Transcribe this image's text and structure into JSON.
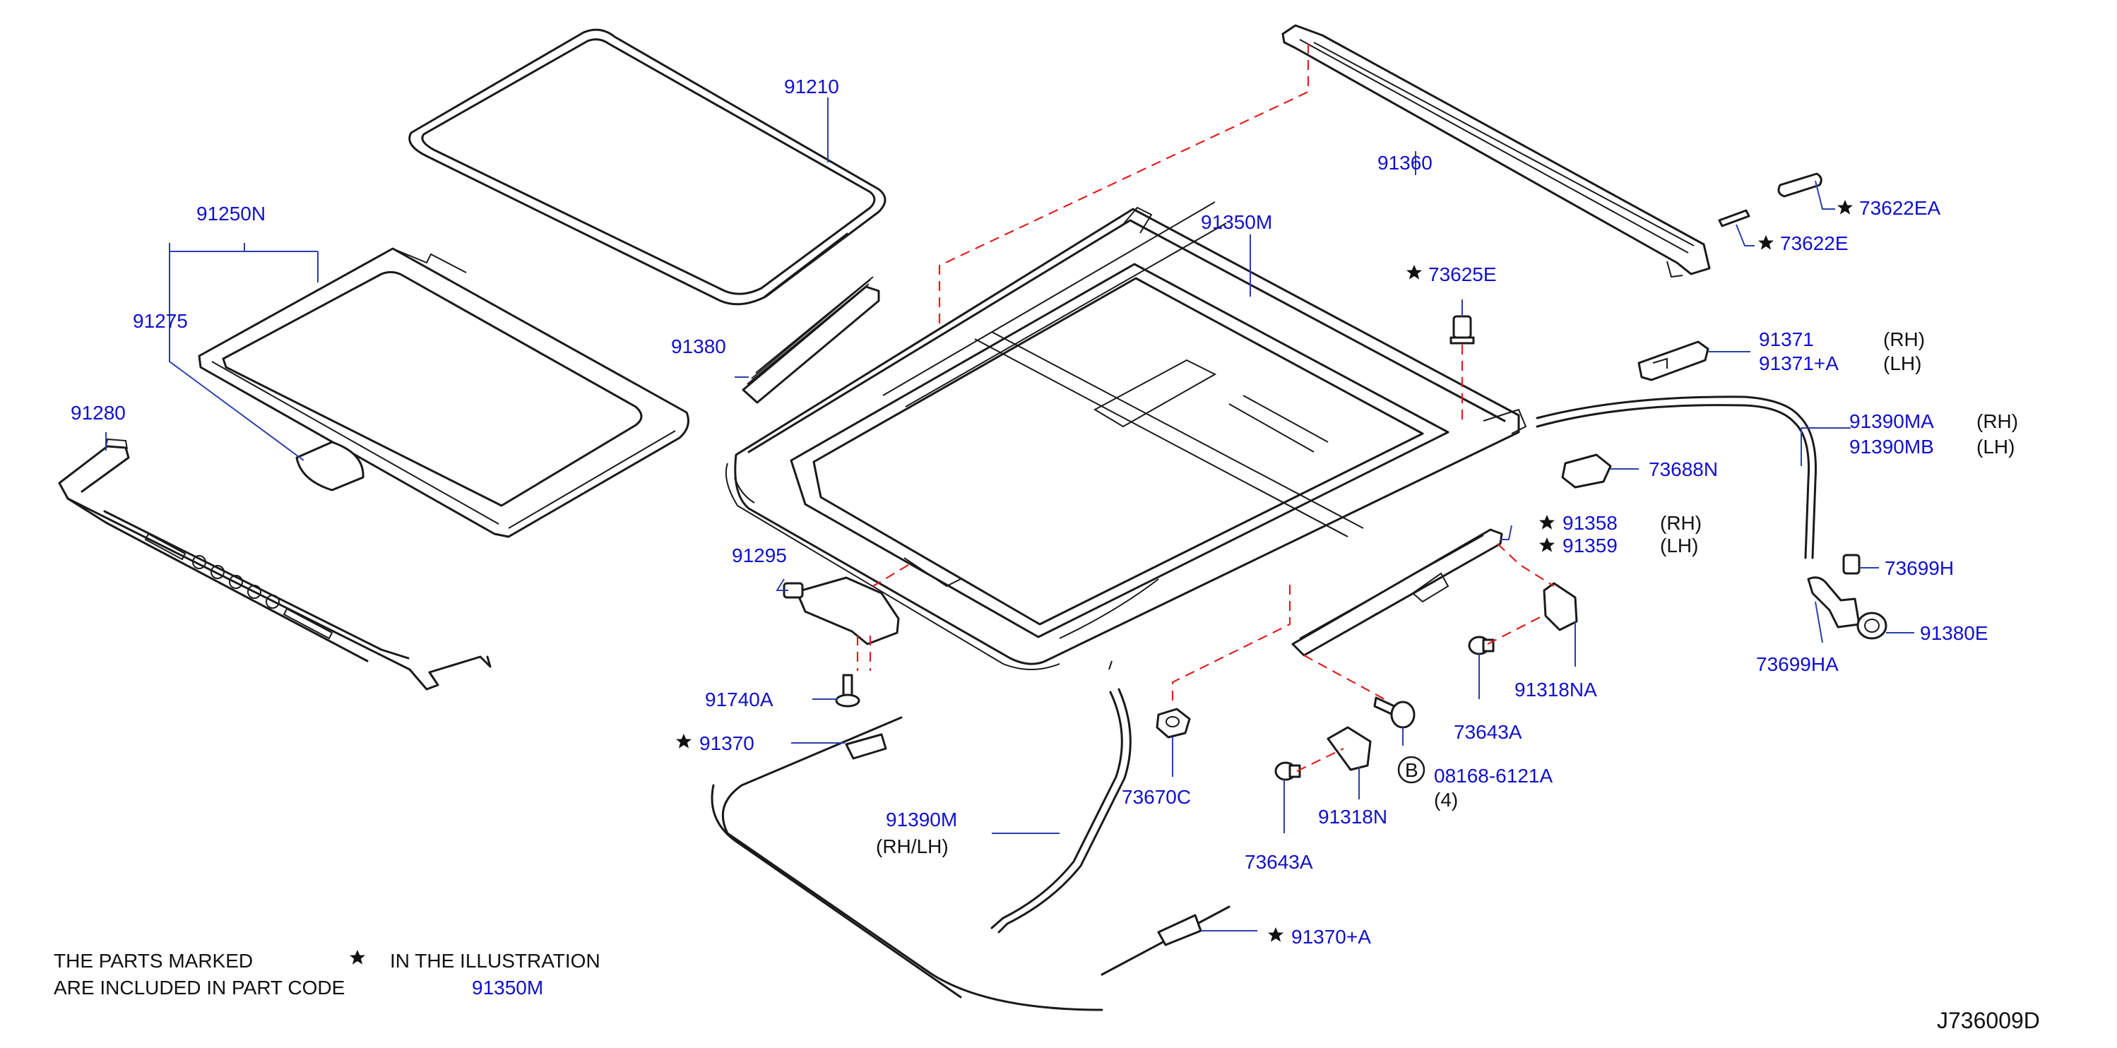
{
  "diagram_id": "J736009D",
  "colors": {
    "label": "#1010cc",
    "dashed_guide": "#e02020",
    "line_art": "#1a1a1a",
    "leader": "#2b3fa8"
  },
  "parts": {
    "p91210": "91210",
    "p91250N": "91250N",
    "p91275": "91275",
    "p91280": "91280",
    "p91380": "91380",
    "p91350M": "91350M",
    "p91360": "91360",
    "p73622EA": "73622EA",
    "p73622E": "73622E",
    "p73625E": "73625E",
    "p91371": "91371",
    "p91371A": "91371+A",
    "p91390MA": "91390MA",
    "p91390MB": "91390MB",
    "p73688N": "73688N",
    "p91358": "91358",
    "p91359": "91359",
    "p73699H": "73699H",
    "p91380E": "91380E",
    "p73699HA": "73699HA",
    "p91295": "91295",
    "p91740A": "91740A",
    "p91370": "91370",
    "p91318NA": "91318NA",
    "p73643A_1": "73643A",
    "p73670C": "73670C",
    "p08168": "08168-6121A",
    "p08168_qty": "(4)",
    "p91318N": "91318N",
    "p73643A_2": "73643A",
    "p91390M": "91390M",
    "p91390M_side": "(RH/LH)",
    "p91370A": "91370+A",
    "bolt_letter": "B"
  },
  "sides": {
    "rh": "(RH)",
    "lh": "(LH)"
  },
  "legend": {
    "line1_a": "THE   PARTS   MARKED",
    "line1_b": "IN   THE   ILLUSTRATION",
    "line2": "ARE   INCLUDED   IN   PART   CODE",
    "part_code": "91350M"
  }
}
